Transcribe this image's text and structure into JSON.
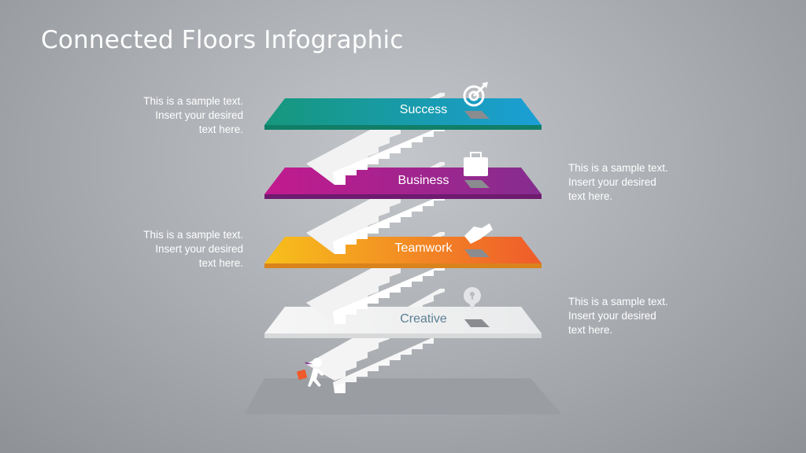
{
  "title": "Connected Floors Infographic",
  "floors": [
    {
      "label": "Success",
      "icon": "target-icon",
      "colors": [
        "#16977c",
        "#1b9fd6"
      ]
    },
    {
      "label": "Business",
      "icon": "briefcase-icon",
      "colors": [
        "#c21a8e",
        "#852d8f"
      ]
    },
    {
      "label": "Teamwork",
      "icon": "handshake-icon",
      "colors": [
        "#f7c01b",
        "#ef5b2b"
      ]
    },
    {
      "label": "Creative",
      "icon": "lightbulb-icon",
      "colors": [
        "#f4f4f4",
        "#e6e7e8"
      ]
    },
    {
      "label": "",
      "icon": "running-man-icon",
      "colors": [
        "#9c9fa3",
        "#9c9fa3"
      ]
    }
  ],
  "notes": [
    {
      "side": "left",
      "lines": [
        "This is a sample text.",
        "Insert your desired",
        "text here."
      ]
    },
    {
      "side": "right",
      "lines": [
        "This is a sample text.",
        "Insert your desired",
        "text here."
      ]
    },
    {
      "side": "left",
      "lines": [
        "This is a sample text.",
        "Insert your desired",
        "text here."
      ]
    },
    {
      "side": "right",
      "lines": [
        "This is a sample text.",
        "Insert your desired",
        "text here."
      ]
    }
  ]
}
